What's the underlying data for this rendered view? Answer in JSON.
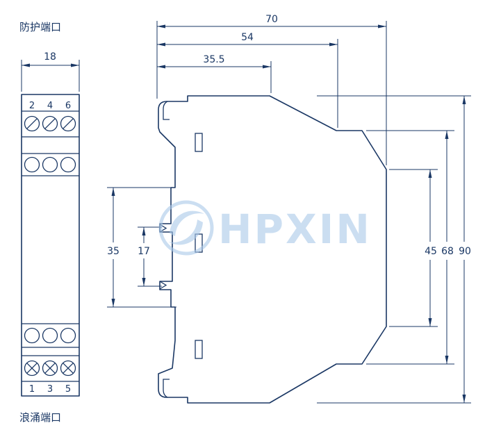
{
  "diagram": {
    "labels": {
      "protection_port": "防护端口",
      "surge_port": "浪涌端口"
    },
    "front_view": {
      "width_dim": "18",
      "top_terminals": [
        "2",
        "4",
        "6"
      ],
      "bottom_terminals": [
        "1",
        "3",
        "5"
      ]
    },
    "side_view": {
      "dim_70": "70",
      "dim_54": "54",
      "dim_35_5": "35.5",
      "dim_35": "35",
      "dim_17": "17",
      "dim_45": "45",
      "dim_68": "68",
      "dim_90": "90"
    },
    "watermark": {
      "text": "HPXIN"
    },
    "colors": {
      "line": "#1a3764",
      "watermark": "#a9c9e9",
      "background": "#ffffff"
    }
  }
}
